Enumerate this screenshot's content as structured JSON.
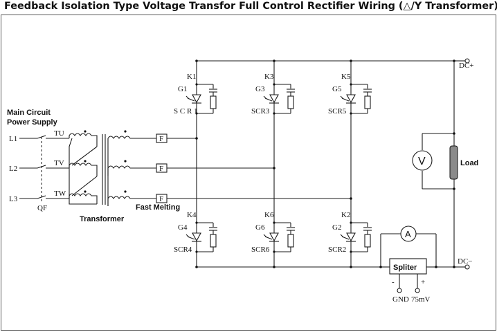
{
  "title": "Feedback Isolation Type Voltage Transfor Full Control Rectifier Wiring (△/Y Transformer)",
  "labels": {
    "main_circuit": "Main Circuit",
    "power_supply": "Power Supply",
    "transformer": "Transformer",
    "fast_melting": "Fast Melting",
    "qf": "QF",
    "load": "Load",
    "splitter": "Spliter",
    "gnd": "GND",
    "mv": "75mV",
    "minus": "-",
    "plus": "+",
    "dc_plus": "DC+",
    "dc_minus": "DC−",
    "voltmeter": "V",
    "ammeter": "A",
    "fuse": "F"
  },
  "lines": [
    "L1",
    "L2",
    "L3"
  ],
  "phases": [
    "TU",
    "TV",
    "TW"
  ],
  "thyristors_top": [
    {
      "k": "K1",
      "g": "G1",
      "scr": "S C R 1"
    },
    {
      "k": "K3",
      "g": "G3",
      "scr": "SCR3"
    },
    {
      "k": "K5",
      "g": "G5",
      "scr": "SCR5"
    }
  ],
  "thyristors_bottom": [
    {
      "k": "K4",
      "g": "G4",
      "scr": "SCR4"
    },
    {
      "k": "K6",
      "g": "G6",
      "scr": "SCR6"
    },
    {
      "k": "K2",
      "g": "G2",
      "scr": "SCR2"
    }
  ]
}
